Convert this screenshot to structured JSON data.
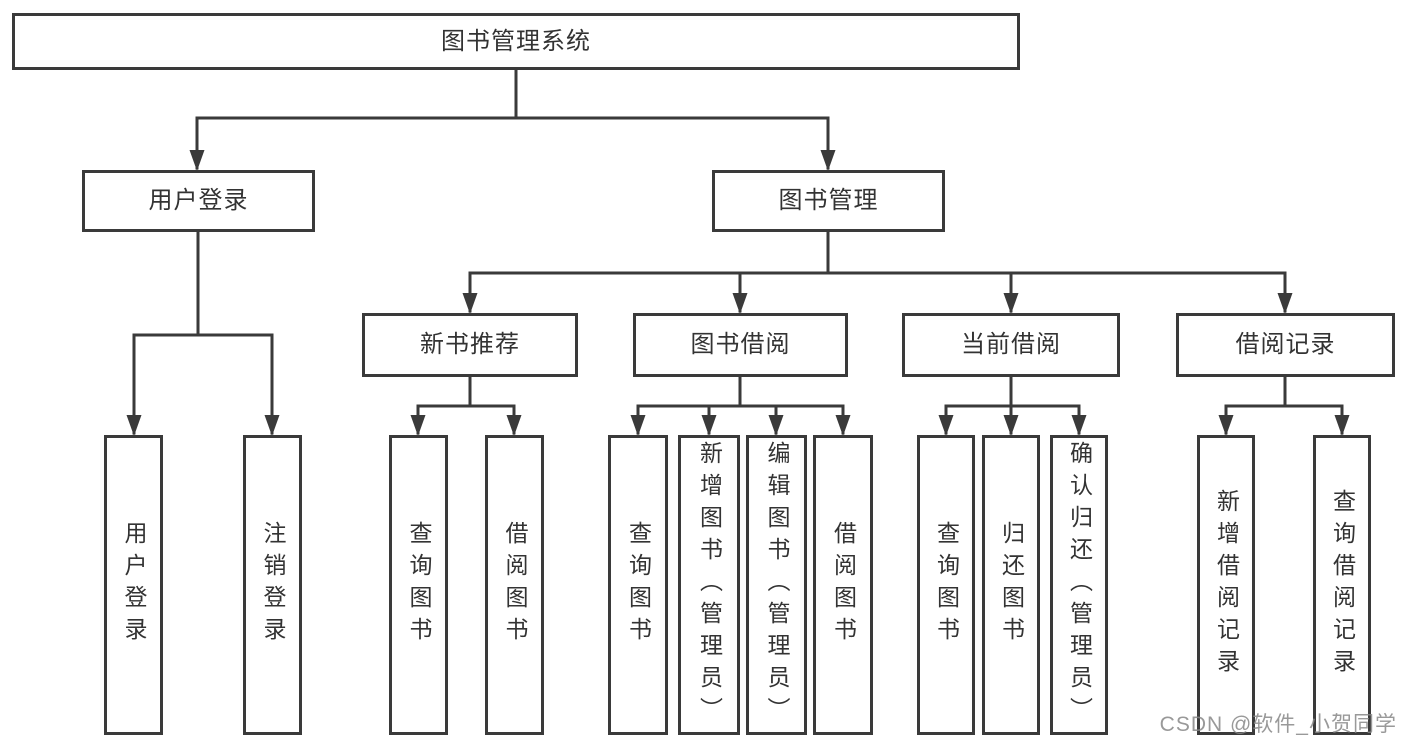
{
  "colors": {
    "line": "#3a3a3a",
    "box_border": "#3a3a3a",
    "text": "#333333",
    "background": "#ffffff",
    "watermark": "#878787"
  },
  "tree": {
    "root": {
      "label": "图书管理系统",
      "children": [
        {
          "label": "用户登录",
          "children": [
            {
              "label": "用户登录"
            },
            {
              "label": "注销登录"
            }
          ]
        },
        {
          "label": "图书管理",
          "children": [
            {
              "label": "新书推荐",
              "children": [
                {
                  "label": "查询图书"
                },
                {
                  "label": "借阅图书"
                }
              ]
            },
            {
              "label": "图书借阅",
              "children": [
                {
                  "label": "查询图书"
                },
                {
                  "label": "新增图书（管理员）"
                },
                {
                  "label": "编辑图书（管理员）"
                },
                {
                  "label": "借阅图书"
                }
              ]
            },
            {
              "label": "当前借阅",
              "children": [
                {
                  "label": "查询图书"
                },
                {
                  "label": "归还图书"
                },
                {
                  "label": "确认归还（管理员）"
                }
              ]
            },
            {
              "label": "借阅记录",
              "children": [
                {
                  "label": "新增借阅记录"
                },
                {
                  "label": "查询借阅记录"
                }
              ]
            }
          ]
        }
      ]
    }
  },
  "watermark": {
    "text": "CSDN @软件_小贺同学"
  }
}
